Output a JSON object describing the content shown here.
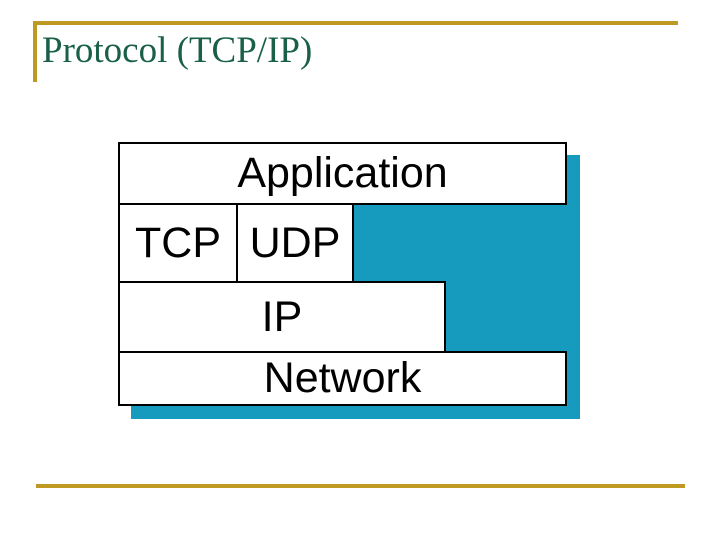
{
  "slide": {
    "title": "Protocol (TCP/IP)",
    "title_color": "#1a6049",
    "rule_color": "#bf9a22",
    "background": "#ffffff"
  },
  "diagram": {
    "name": "tcp-ip-protocol-stack",
    "shadow_color": "#169bbf",
    "border_color": "#000000",
    "fill_color": "#ffffff",
    "layers": [
      {
        "label": "Application",
        "span": "full"
      },
      {
        "label": "TCP",
        "span": "half-left"
      },
      {
        "label": "UDP",
        "span": "half-left"
      },
      {
        "label": "IP",
        "span": "three-quarter"
      },
      {
        "label": "Network",
        "span": "full"
      }
    ]
  }
}
